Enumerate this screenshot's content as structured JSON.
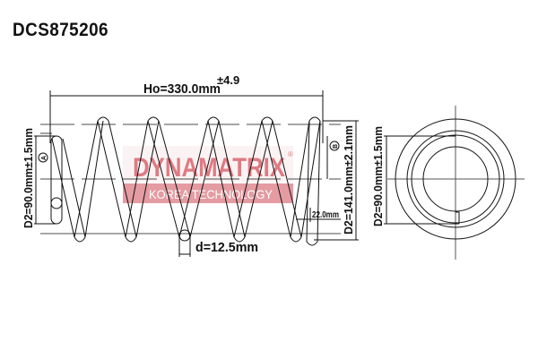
{
  "title": "DCS875206",
  "dimensions": {
    "free_length": "Ho=330.0mm",
    "free_length_tolerance": "±4.9",
    "d2_left": "D2=90.0mm±1.5mm",
    "d2_right": "D2=141.0mm±2.1mm",
    "d2_end_view": "D2=90.0mm±1.5mm",
    "wire_diameter": "d=12.5mm",
    "end_offset": "22.0mm",
    "marker_a": "A",
    "marker_b": "B"
  },
  "watermark": {
    "brand": "DYNAMATRIX",
    "registered": "®",
    "tagline": "KOREA TECHNOLOGY",
    "color": "#d9646e"
  },
  "colors": {
    "line": "#111111",
    "centerline": "#555555"
  }
}
